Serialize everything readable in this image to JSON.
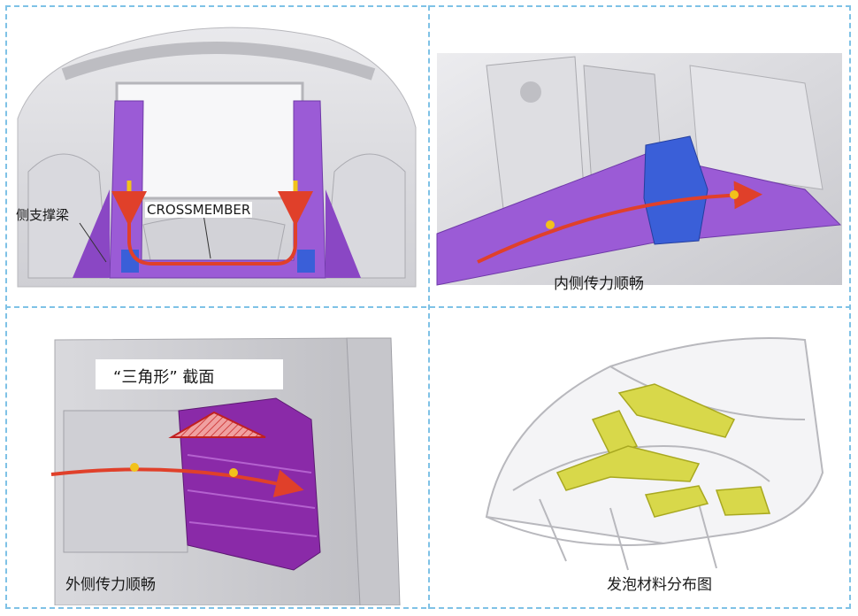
{
  "panels": {
    "top_left": {
      "label_side": "侧支撑梁",
      "label_crossmember": "CROSSMEMBER"
    },
    "top_right": {
      "caption": "内侧传力顺畅"
    },
    "bottom_left": {
      "label_section": "“三角形” 截面",
      "caption": "外侧传力顺畅"
    },
    "bottom_right": {
      "caption": "发泡材料分布图"
    }
  },
  "colors": {
    "divider": "#7fc2e6",
    "purple_part": "#9b5bd6",
    "blue_part": "#3a5fd8",
    "magenta_part": "#8a2aa8",
    "foam_yellow": "#d8d84a",
    "arrow_red": "#e0402a",
    "arrow_yellow": "#f2c21a"
  },
  "icons": [
    "force-flow-arrow",
    "triangle-section-marker"
  ]
}
